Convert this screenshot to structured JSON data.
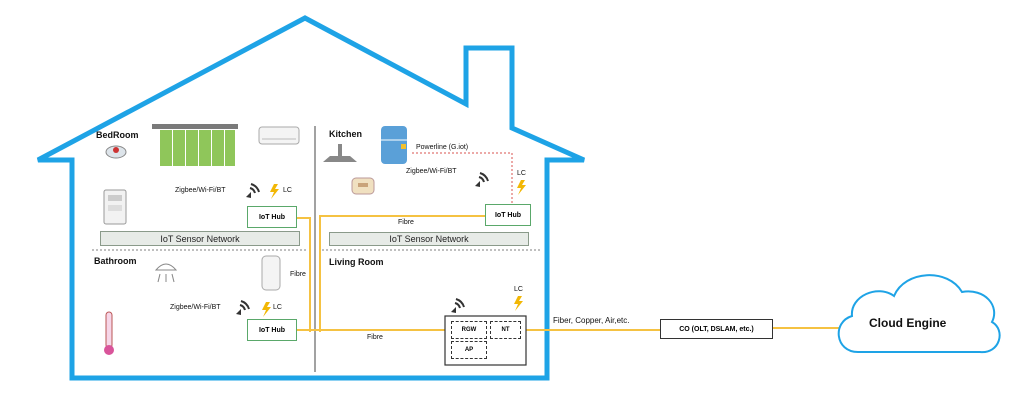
{
  "rooms": {
    "bedroom": "BedRoom",
    "kitchen": "Kitchen",
    "bathroom": "Bathroom",
    "living_room": "Living Room"
  },
  "labels": {
    "bedroom_wireless": "Zigbee/Wi-Fi/BT",
    "bedroom_lc": "LC",
    "kitchen_wireless": "Zigbee/Wi-Fi/BT",
    "kitchen_lc": "LC",
    "bathroom_wireless": "Zigbee/Wi-Fi/BT",
    "bathroom_lc": "LC",
    "living_lc": "LC",
    "powerline": "Powerline (G.iot)",
    "fibre_kitchen": "Fibre",
    "fibre_bathroom": "Fibre",
    "fibre_living": "Fibre",
    "access_media": "Fiber, Copper, Air,etc."
  },
  "hubs": {
    "bedroom": "IoT Hub",
    "kitchen": "IoT Hub",
    "bathroom": "IoT Hub"
  },
  "networks": {
    "left": "IoT Sensor Network",
    "right": "IoT Sensor Network"
  },
  "gateway": {
    "rgw": "RGW",
    "nt": "NT",
    "ap": "AP"
  },
  "co": "CO (OLT, DSLAM, etc.)",
  "cloud": "Cloud Engine",
  "colors": {
    "house": "#1ea3e6",
    "fibre": "#f5c242",
    "hub_border": "#5aa86a",
    "powerline": "#d9534f"
  }
}
